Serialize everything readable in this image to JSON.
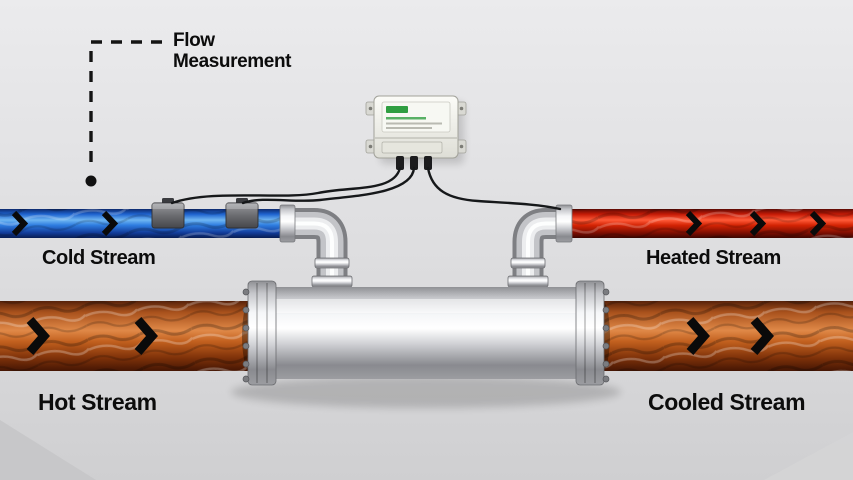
{
  "annotation": {
    "flow_measurement": "Flow Measurement"
  },
  "streams": {
    "cold": {
      "label": "Cold Stream",
      "color": "#1e63cf",
      "direction": "right"
    },
    "heated": {
      "label": "Heated Stream",
      "color": "#d42404",
      "direction": "right"
    },
    "hot": {
      "label": "Hot Stream",
      "color": "#c2601e",
      "direction": "right"
    },
    "cooled": {
      "label": "Cooled Stream",
      "color": "#b85514",
      "direction": "right"
    }
  },
  "equipment": {
    "heat_exchanger": "shell-and-tube heat exchanger",
    "transmitter": "wall-mounted flow transmitter",
    "sensors": [
      "clamp-on-ultrasonic-sensor-1",
      "clamp-on-ultrasonic-sensor-2"
    ],
    "transmitter_brand_color": "#2f9e41"
  },
  "icons": {
    "flow_chevron": "❯"
  },
  "colors": {
    "background": "#dedee0",
    "chrome": "#c9cacd",
    "annotation_line": "#141414"
  }
}
